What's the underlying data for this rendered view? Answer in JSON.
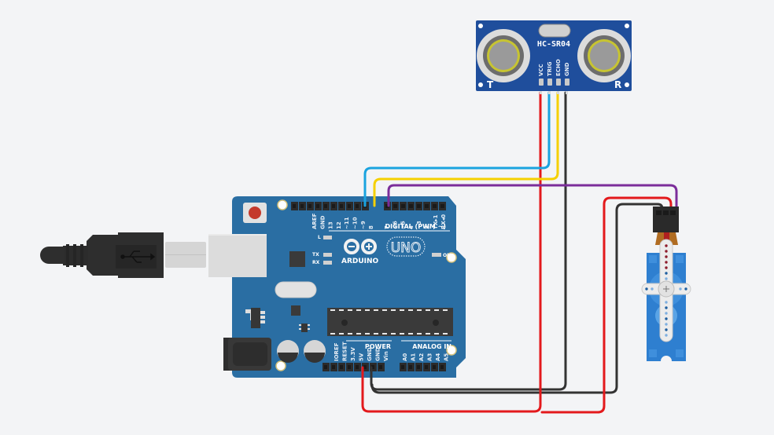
{
  "canvas": {
    "background": "#f3f4f6"
  },
  "sensor": {
    "model": "HC-SR04",
    "pins": [
      "VCC",
      "TRIG",
      "ECHO",
      "GND"
    ],
    "transmitter_label": "T",
    "receiver_label": "R",
    "board_color": "#1f4e9c"
  },
  "arduino": {
    "board_color": "#2a6ea3",
    "brand": "ARDUINO",
    "model": "UNO",
    "digital_header_label": "DIGITAL (PWM ~)",
    "digital_pins": [
      "AREF",
      "GND",
      "13",
      "12",
      "~11",
      "~10",
      "~9",
      "8",
      "7",
      "~6",
      "~5",
      "4",
      "~3",
      "2",
      "TX▸1",
      "RX◂0"
    ],
    "power_label": "POWER",
    "power_pins": [
      "IOREF",
      "RESET",
      "3.3V",
      "5V",
      "GND",
      "GND",
      "Vin"
    ],
    "analog_label": "ANALOG IN",
    "analog_pins": [
      "A0",
      "A1",
      "A2",
      "A3",
      "A4",
      "A5"
    ],
    "led_labels": {
      "l": "L",
      "tx": "TX",
      "rx": "RX",
      "on": "ON"
    }
  },
  "servo": {
    "body_color": "#2e7fd0"
  },
  "wires": [
    {
      "name": "vcc-wire",
      "from": "Arduino 5V",
      "to": "HC-SR04 VCC",
      "color": "#e3191c"
    },
    {
      "name": "trig-wire",
      "from": "Arduino pin 9",
      "to": "HC-SR04 TRIG",
      "color": "#1aa3df"
    },
    {
      "name": "echo-wire",
      "from": "Arduino pin 8",
      "to": "HC-SR04 ECHO",
      "color": "#f5d000"
    },
    {
      "name": "gnd-wire",
      "from": "Arduino GND",
      "to": "HC-SR04 GND",
      "color": "#333333"
    },
    {
      "name": "servo-signal-wire",
      "from": "Arduino pin 7",
      "to": "Servo signal",
      "color": "#7b2d9a"
    },
    {
      "name": "servo-power-wire",
      "from": "Arduino 5V",
      "to": "Servo power",
      "color": "#e3191c"
    },
    {
      "name": "servo-ground-wire",
      "from": "Arduino GND",
      "to": "Servo ground",
      "color": "#333333"
    }
  ]
}
